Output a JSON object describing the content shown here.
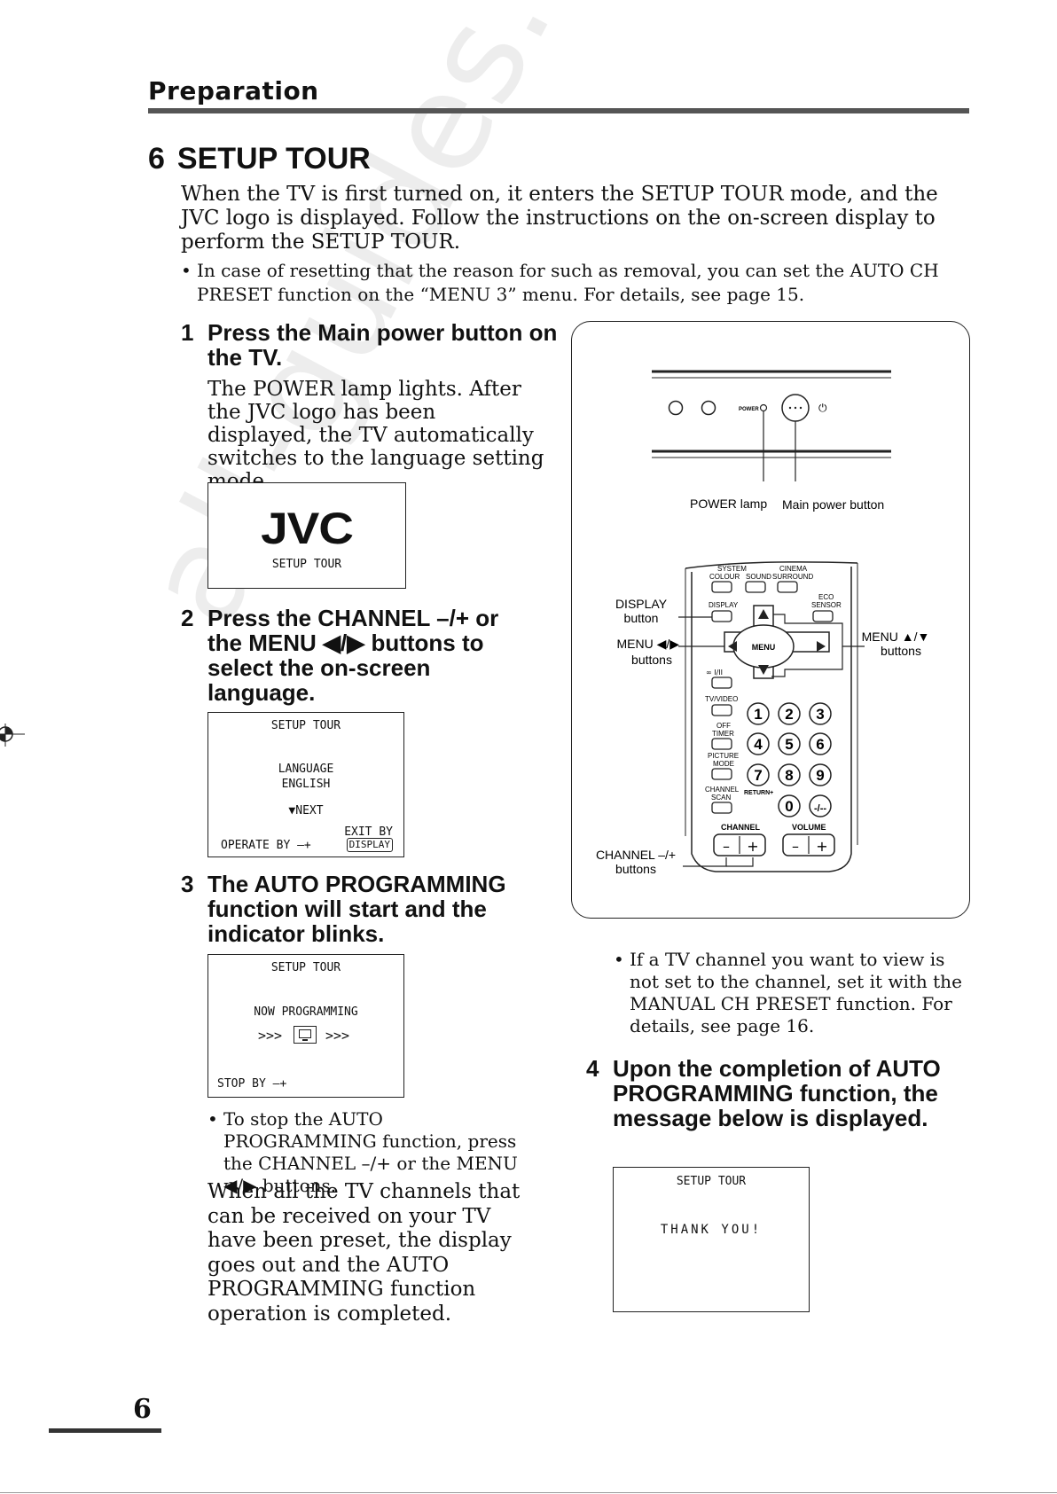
{
  "header": {
    "section": "Preparation"
  },
  "heading": {
    "number": "6",
    "title": "SETUP TOUR"
  },
  "intro": "When the TV is first turned on, it enters the SETUP TOUR mode, and the JVC logo is displayed. Follow the instructions on the on-screen display to perform the SETUP TOUR.",
  "intro_bullet": "In case of resetting that the reason for such as removal, you can set the AUTO CH PRESET function on the “MENU 3” menu. For details, see page 15.",
  "steps": [
    {
      "number": "1",
      "title": "Press the Main power button on the TV.",
      "body": "The POWER lamp lights. After the JVC logo has been displayed, the TV automatically switches to the language setting mode."
    },
    {
      "number": "2",
      "title": "Press the CHANNEL –/+ or the MENU ◀/▶ buttons to select the on-screen language."
    },
    {
      "number": "3",
      "title": "The AUTO PROGRAMMING function will start and the indicator blinks.",
      "note": "To stop the AUTO PROGRAMMING function, press the CHANNEL –/+ or the MENU ◀/▶ buttons.",
      "body": "When all the TV channels that can be received on your TV have been preset, the display goes out and the AUTO PROGRAMMING function operation is completed."
    },
    {
      "number": "4",
      "title": "Upon the completion of AUTO PROGRAMMING function, the message below is displayed."
    }
  ],
  "screens": {
    "logo": {
      "logo": "JVC",
      "caption": "SETUP TOUR"
    },
    "language": {
      "title": "SETUP TOUR",
      "label": "LANGUAGE",
      "value": "ENGLISH",
      "next": "▼NEXT",
      "operate": "OPERATE BY –+",
      "exit": "EXIT BY",
      "exit_key": "DISPLAY"
    },
    "programming": {
      "title": "SETUP TOUR",
      "status": "NOW PROGRAMMING",
      "arrows_left": ">>>",
      "arrows_right": ">>>",
      "stop": "STOP BY –+"
    },
    "thanks": {
      "title": "SETUP TOUR",
      "message": "THANK YOU!"
    }
  },
  "diagram": {
    "tv_power_text": "POWER",
    "tv_power_symbol": "⏻",
    "callout_power_lamp": "POWER lamp",
    "callout_main_power": "Main power button",
    "callout_display": [
      "DISPLAY",
      "button"
    ],
    "callout_menu_lr": [
      "MENU ◀/▶",
      "buttons"
    ],
    "callout_menu_ud": [
      "MENU ▲/▼",
      "buttons"
    ],
    "callout_channel": [
      "CHANNEL –/+",
      "buttons"
    ],
    "remote": {
      "system": "SYSTEM",
      "colour": "COLOUR",
      "sound": "SOUND",
      "cinema": "CINEMA",
      "surround": "SURROUND",
      "display": "DISPLAY",
      "eco": "ECO",
      "sensor": "SENSOR",
      "menu": "MENU",
      "dual": "∞ I/II",
      "tv_video": "TV/VIDEO",
      "off_timer": [
        "OFF",
        "TIMER"
      ],
      "picture_mode": [
        "PICTURE",
        "MODE"
      ],
      "channel_scan": [
        "CHANNEL",
        "SCAN"
      ],
      "return": "RETURN+",
      "keys": [
        "1",
        "2",
        "3",
        "4",
        "5",
        "6",
        "7",
        "8",
        "9",
        "0",
        "-/--"
      ],
      "channel": "CHANNEL",
      "volume": "VOLUME",
      "minus": "–",
      "plus": "+"
    }
  },
  "note_right": "If a TV channel you want to view is not set to the channel, set it with the MANUAL CH PRESET function. For details, see page 16.",
  "bullet_symbol": "•",
  "watermark": "all-guides.com",
  "page_number": "6"
}
